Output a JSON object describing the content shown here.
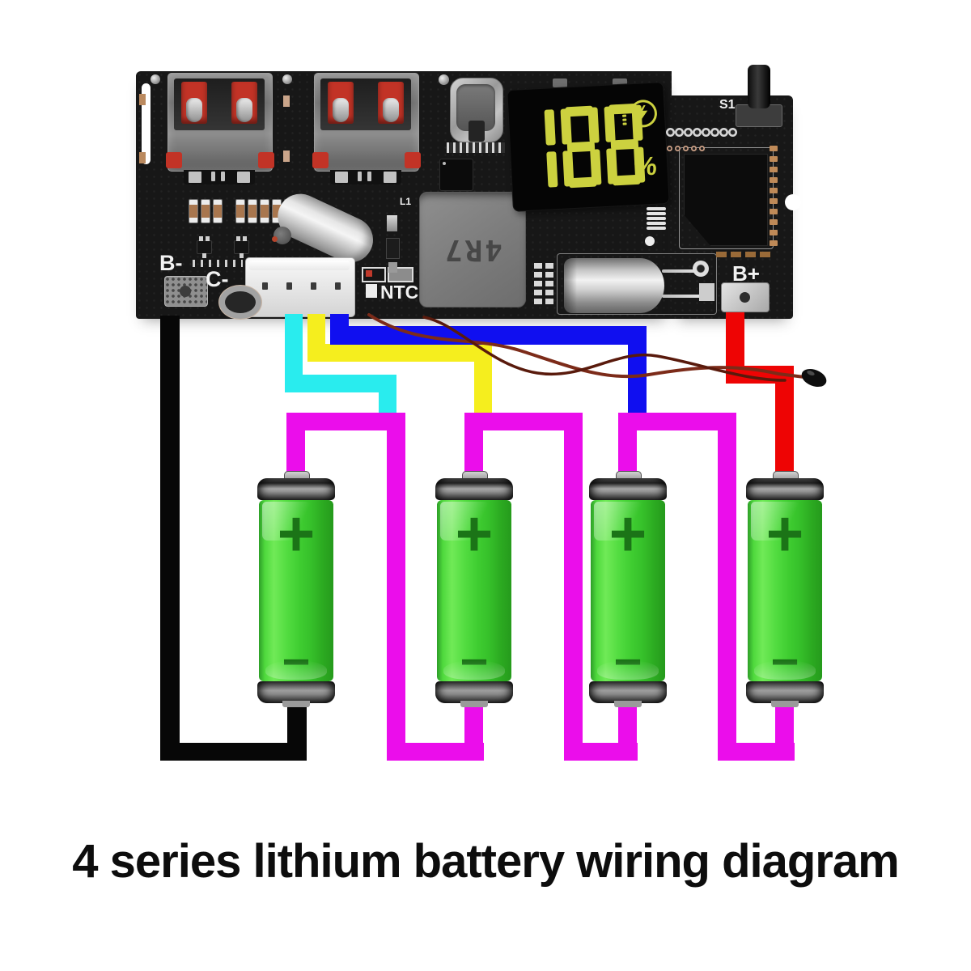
{
  "caption": "4 series lithium battery wiring diagram",
  "board": {
    "labels": {
      "b_minus": "B-",
      "c_minus": "C-",
      "ntc": "NTC",
      "l1": "L1",
      "b_plus": "B+",
      "s1": "S1",
      "inductor_value": "4R7"
    },
    "display": {
      "value": "188",
      "unit": "%",
      "icon": "charging-bolt-icon"
    }
  },
  "batteries": {
    "count": 4,
    "plus_mark": "+",
    "minus_mark": "−",
    "items": [
      {
        "name": "battery-1"
      },
      {
        "name": "battery-2"
      },
      {
        "name": "battery-3"
      },
      {
        "name": "battery-4"
      }
    ]
  },
  "wires": {
    "colors": {
      "black": "#070707",
      "cyan": "#29ecee",
      "yellow": "#f5ee1e",
      "blue": "#100ff0",
      "magenta": "#eb0deb",
      "red": "#ee0404",
      "ntc": "#7c2b19",
      "ntc_dark": "#591a0c",
      "ntc_bead": "#0e0e0e"
    },
    "connections": [
      {
        "wire": "black",
        "from": "pcb B- pad",
        "to": "battery-1 negative"
      },
      {
        "wire": "magenta",
        "from": "battery-1 positive",
        "to": "battery-2 negative"
      },
      {
        "wire": "magenta",
        "from": "battery-2 positive",
        "to": "battery-3 negative"
      },
      {
        "wire": "magenta",
        "from": "battery-3 positive",
        "to": "battery-4 negative"
      },
      {
        "wire": "red",
        "from": "pcb B+ pad",
        "to": "battery-4 positive"
      },
      {
        "wire": "cyan",
        "from": "balance connector",
        "to": "battery-1 / battery-2 junction"
      },
      {
        "wire": "yellow",
        "from": "balance connector",
        "to": "battery-2 / battery-3 junction"
      },
      {
        "wire": "blue",
        "from": "balance connector",
        "to": "battery-3 / battery-4 junction"
      },
      {
        "wire": "ntc",
        "from": "NTC pads",
        "to": "thermistor probe"
      }
    ]
  },
  "colors": {
    "battery_green": "#3ecb31",
    "pcb": "#171717",
    "display_digits": "#ccd13f",
    "usb_red": "#c23326",
    "background": "#ffffff",
    "caption_text": "#0d0d0d"
  }
}
